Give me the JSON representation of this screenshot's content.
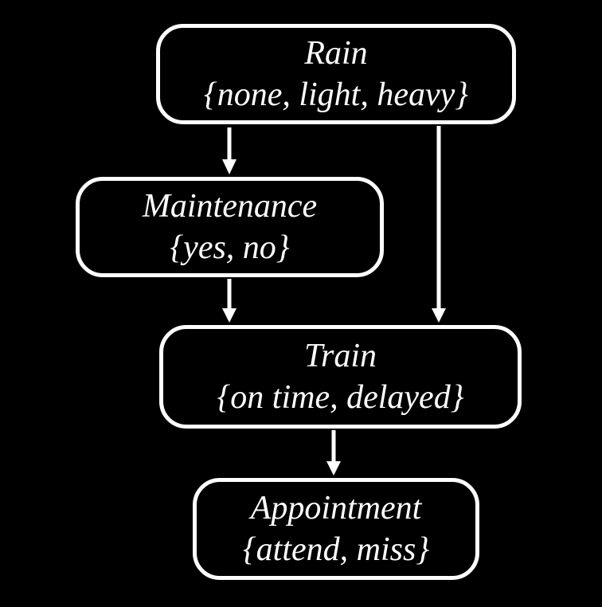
{
  "diagram": {
    "type": "bayesian-network",
    "background_color": "#000000",
    "node_border_color": "#ffffff",
    "text_color": "#ffffff",
    "arrow_color": "#ffffff",
    "nodes": [
      {
        "id": "rain",
        "label": "Rain",
        "values": "{none, light, heavy}"
      },
      {
        "id": "maintenance",
        "label": "Maintenance",
        "values": "{yes, no}"
      },
      {
        "id": "train",
        "label": "Train",
        "values": "{on time, delayed}"
      },
      {
        "id": "appointment",
        "label": "Appointment",
        "values": "{attend, miss}"
      }
    ],
    "edges": [
      {
        "from": "rain",
        "to": "maintenance"
      },
      {
        "from": "rain",
        "to": "train"
      },
      {
        "from": "maintenance",
        "to": "train"
      },
      {
        "from": "train",
        "to": "appointment"
      }
    ]
  }
}
